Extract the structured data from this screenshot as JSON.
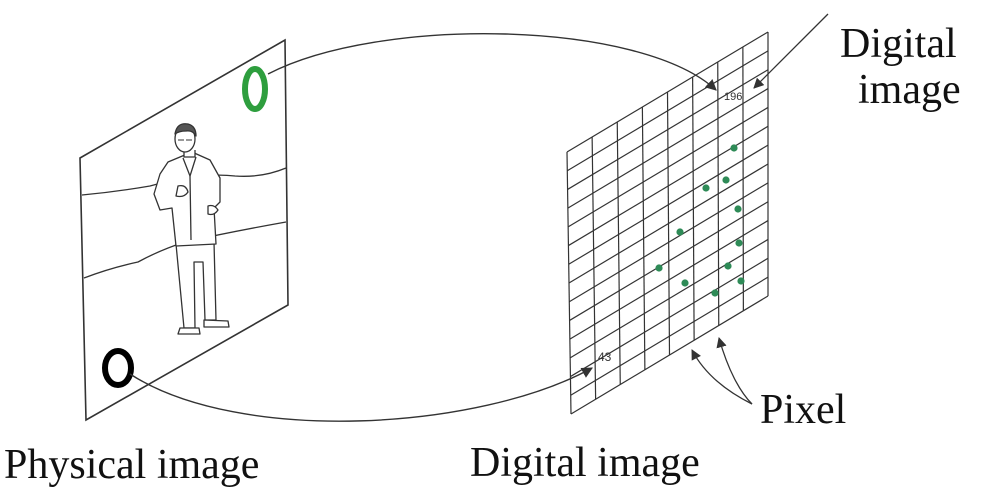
{
  "labels": {
    "physical_image": "Physical image",
    "digital_image_bottom": "Digital image",
    "digital_image_top_line1": "Digital",
    "digital_image_top_line2": "image",
    "pixel": "Pixel"
  },
  "pixel_values": {
    "top": "196",
    "bottom": "43"
  },
  "colors": {
    "stroke": "#333333",
    "green_ring": "#2e9e3e",
    "green_dots": "#2e8b57",
    "black_ring": "#000000"
  },
  "grid": {
    "columns": 8,
    "rows": 14
  }
}
